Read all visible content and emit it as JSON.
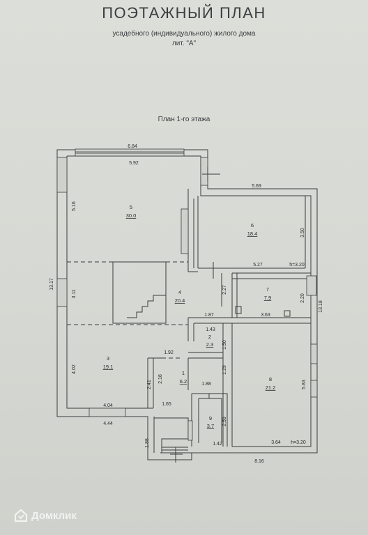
{
  "document": {
    "title": "ПОЭТАЖНЫЙ ПЛАН",
    "subtitle_line1": "усадебного (индивидуального) жилого дома",
    "subtitle_line2": "лит. \"А\"",
    "floor_title": "План 1-го этажа"
  },
  "rooms": [
    {
      "number": "1",
      "area": "6.2"
    },
    {
      "number": "2",
      "area": "2.3"
    },
    {
      "number": "3",
      "area": "19.1"
    },
    {
      "number": "4",
      "area": "20.4"
    },
    {
      "number": "5",
      "area": "30.0"
    },
    {
      "number": "6",
      "area": "18.4"
    },
    {
      "number": "7",
      "area": "7.9"
    },
    {
      "number": "8",
      "area": "21.2"
    },
    {
      "number": "9",
      "area": "3.7"
    }
  ],
  "dimensions": {
    "top_outer": "6.84",
    "top_inner": "5.92",
    "room6_top": "5.69",
    "left_upper": "5.16",
    "left_total": "13.17",
    "left_mid": "3.11",
    "left_lower": "4.02",
    "room6_right": "3.50",
    "room6_bottom": "5.27",
    "height_1": "h=3.20",
    "room7_left": "2.27",
    "room7_right": "2.20",
    "right_total": "13.18",
    "hall_bottom": "1.87",
    "room7_bottom": "3.63",
    "room2_top": "1.43",
    "room2_right": "1.50",
    "room1_top": "1.92",
    "room1_right": "1.29",
    "room1_left_a": "2.41",
    "room1_left_b": "2.18",
    "room9_top": "1.88",
    "room8_right": "5.83",
    "room3_bottom": "4.04",
    "bottom_left_outer": "4.44",
    "room1_bottom": "1.65",
    "room9_right": "2.59",
    "porch_left": "1.88",
    "room9_bottom": "1.42",
    "room8_bottom": "3.64",
    "height_2": "h=3.20",
    "bottom_total": "8.16"
  },
  "watermark": {
    "text": "Домклик",
    "icon": "home-logo-icon"
  }
}
